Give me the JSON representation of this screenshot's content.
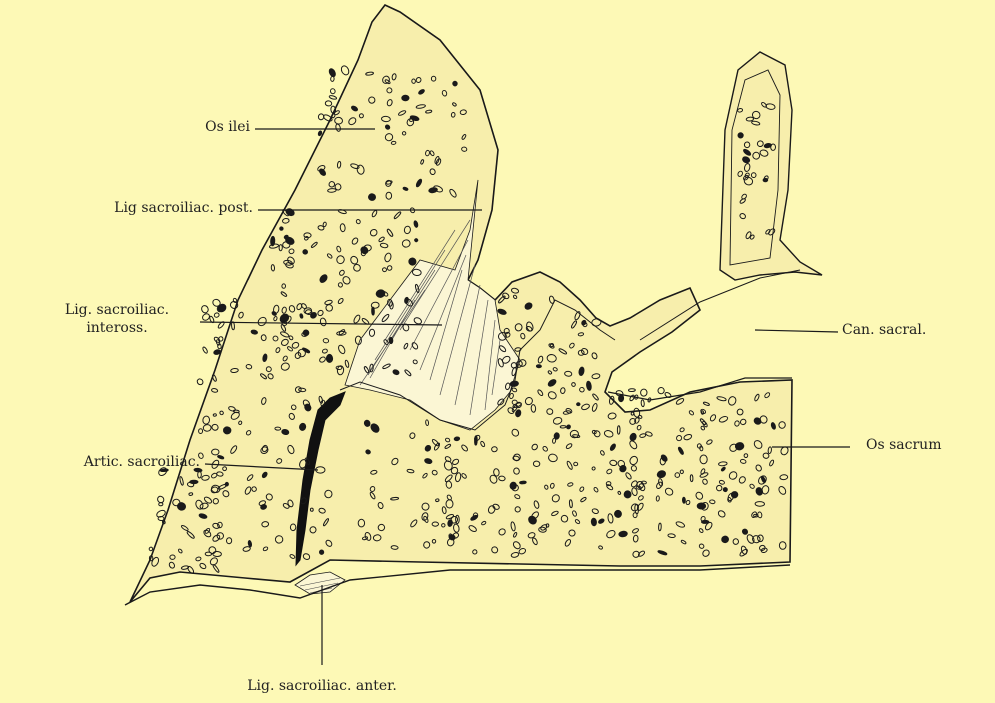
{
  "figure": {
    "background": "#fdf9b6",
    "bone_fill": "#f7eeac",
    "ink": "#1a1a1a"
  },
  "labels": {
    "os_ilei": "Os ilei",
    "lig_post": "Lig  sacroiliac. post.",
    "lig_inteross_1": "Lig. sacroiliac.",
    "lig_inteross_2": "inteross.",
    "can_sacral": "Can. sacral.",
    "os_sacrum": "Os sacrum",
    "artic": "Artic. sacroiliac.",
    "lig_anter": "Lig. sacroiliac. anter."
  }
}
